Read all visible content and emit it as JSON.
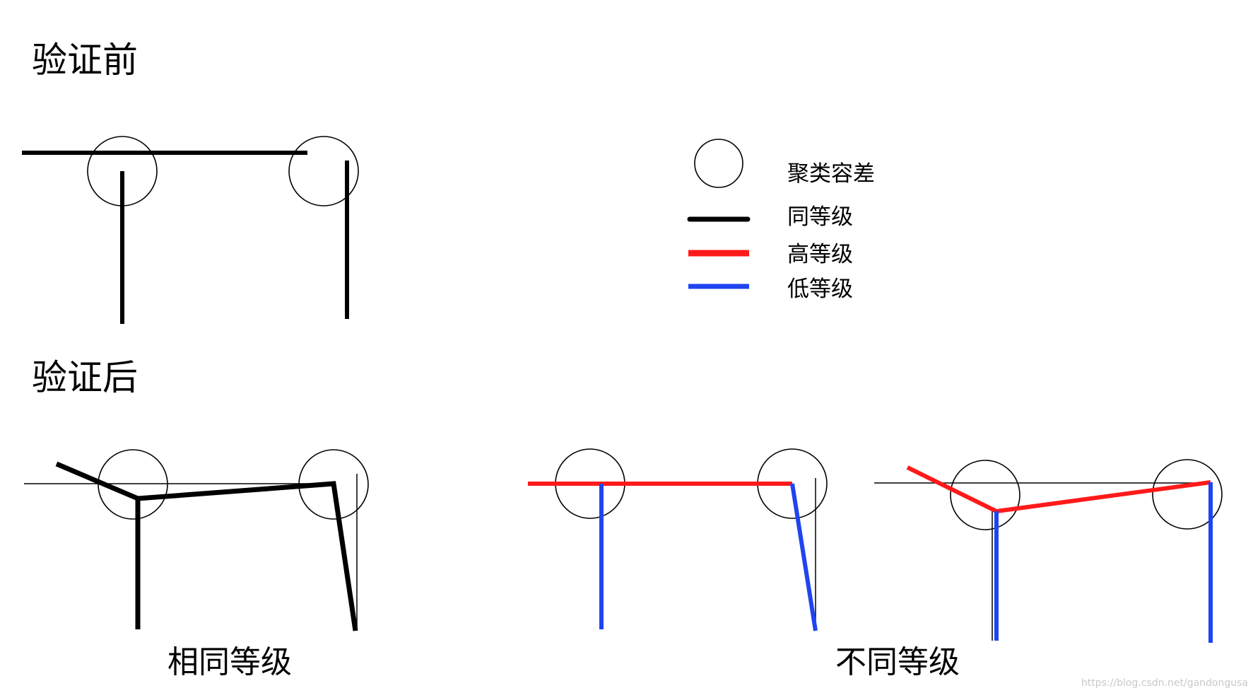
{
  "titles": {
    "before": "验证前",
    "after": "验证后"
  },
  "legend": {
    "tolerance": "聚类容差",
    "same_level": "同等级",
    "high_level": "高等级",
    "low_level": "低等级"
  },
  "captions": {
    "same_level": "相同等级",
    "different_level": "不同等级"
  },
  "watermark": "https://blog.csdn.net/gandongusa",
  "colors": {
    "same_level": "#000000",
    "high_level": "#ff1a1a",
    "low_level": "#1f44f0"
  }
}
